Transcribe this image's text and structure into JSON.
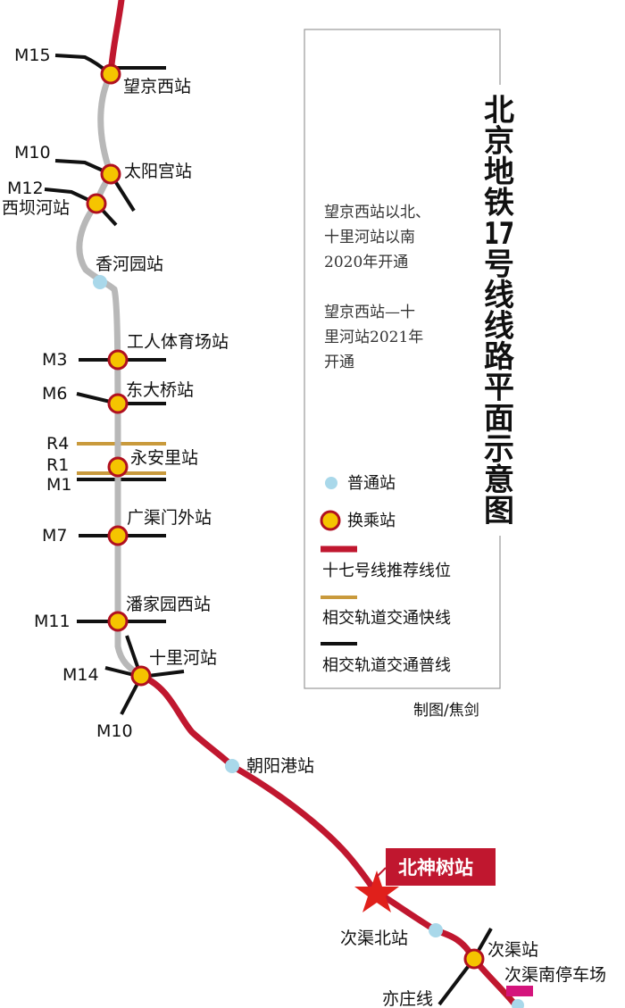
{
  "title_chars": [
    "北",
    "京",
    "地",
    "铁",
    "17",
    "号",
    "线",
    "线",
    "路",
    "平",
    "面",
    "示",
    "意",
    "图"
  ],
  "notes": [
    [
      "望京西站以北、",
      "十里河站以南",
      "2020年开通"
    ],
    [
      "望京西站—十",
      "里河站2021年",
      "开通"
    ]
  ],
  "legend": {
    "regular_station": "普通站",
    "transfer_station": "换乘站",
    "recommended_line": "十七号线推荐线位",
    "express_line": "相交轨道交通快线",
    "regular_line": "相交轨道交通普线"
  },
  "credit": "制图/焦剑",
  "stations": {
    "wangjingxi": "望京西站",
    "taiyanggong": "太阳宫站",
    "xibahe": "西坝河站",
    "xiangheyuan": "香河园站",
    "gongti": "工人体育场站",
    "dongdaqiao": "东大桥站",
    "yonganli": "永安里站",
    "guangqumenwai": "广渠门外站",
    "panjiayuanxi": "潘家园西站",
    "shilihe": "十里河站",
    "chaoyanggang": "朝阳港站",
    "beishenshu": "北神树站",
    "ciqubei": "次渠北站",
    "ciqu": "次渠站",
    "ciqunan_depot": "次渠南停车场"
  },
  "lines": {
    "m15": "M15",
    "m10a": "M10",
    "m12": "M12",
    "m3": "M3",
    "m6": "M6",
    "r4": "R4",
    "r1": "R1",
    "m1": "M1",
    "m7": "M7",
    "m11": "M11",
    "m14": "M14",
    "m10b": "M10",
    "yizhuang": "亦庄线"
  },
  "colors": {
    "line17": "#c0172f",
    "planned": "#b8b8b8",
    "express": "#c99a3c",
    "regular": "#111111",
    "transfer_fill": "#f5c400",
    "transfer_ring": "#b01020",
    "regular_station": "#a9d8ea",
    "star": "#e0201b",
    "depot": "#d4147c"
  }
}
